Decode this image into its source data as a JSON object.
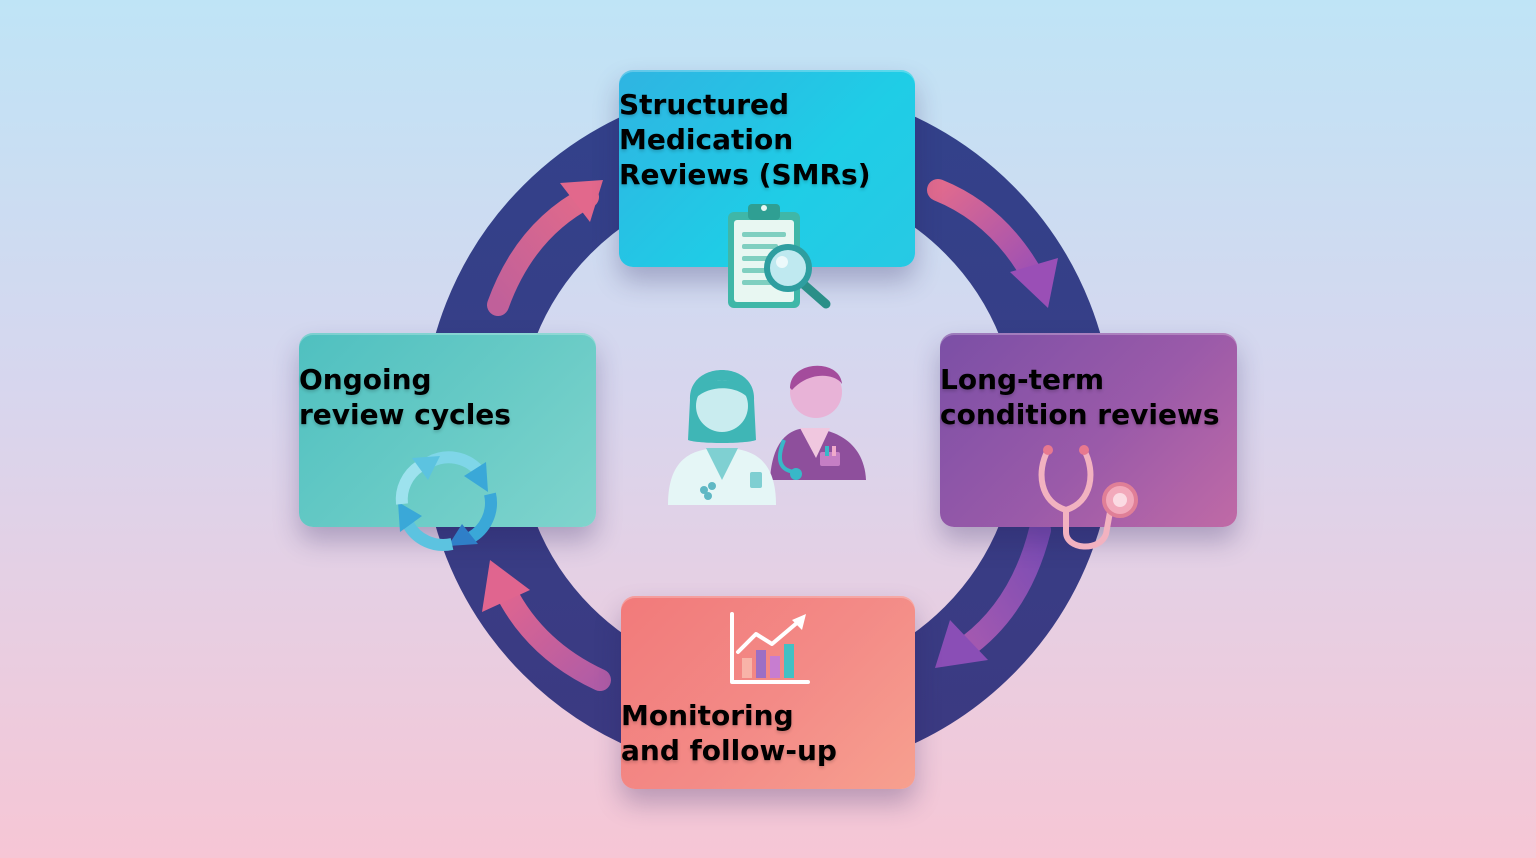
{
  "cycle": {
    "steps": [
      {
        "id": "smr",
        "title": "Structured\nMedication\nReviews (SMRs)",
        "icon": "clipboard-magnifier-icon"
      },
      {
        "id": "ltc",
        "title": "Long-term\ncondition reviews",
        "icon": "stethoscope-icon"
      },
      {
        "id": "mon",
        "title": "Monitoring\nand follow-up",
        "icon": "chart-trend-icon"
      },
      {
        "id": "ong",
        "title": "Ongoing\nreview cycles",
        "icon": "refresh-cycle-icon"
      }
    ],
    "center_icon": "clinicians-icon"
  },
  "colors": {
    "ring": "#2f3a7c",
    "arrow_pink": "#d9608f",
    "arrow_purple": "#8d4fb8",
    "smr_card": "#25c3e3",
    "ltc_card": "#8e55a8",
    "mon_card": "#f3867f",
    "ong_card": "#66c9c4"
  }
}
